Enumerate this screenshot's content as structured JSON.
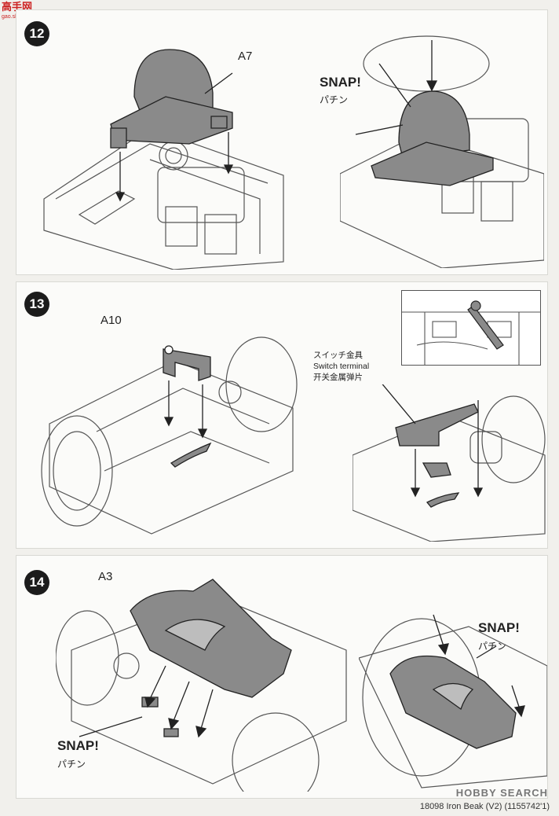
{
  "site_logo": {
    "title": "高手网",
    "subtitle": "gao.shou.com"
  },
  "steps": [
    {
      "number": "12",
      "parts": [
        "A7"
      ],
      "snap": {
        "en": "SNAP!",
        "jp": "パチン"
      }
    },
    {
      "number": "13",
      "parts": [
        "A10"
      ],
      "terminal": {
        "jp": "スイッチ金具",
        "en": "Switch terminal",
        "cn": "开关金属弹片"
      }
    },
    {
      "number": "14",
      "parts": [
        "A3"
      ],
      "snap_left": {
        "en": "SNAP!",
        "jp": "パチン"
      },
      "snap_right": {
        "en": "SNAP!",
        "jp": "パチン"
      }
    }
  ],
  "watermark": "HOBBY SEARCH",
  "footer": "18098 Iron Beak (V2) (1155742'1)",
  "colors": {
    "part_fill": "#8a8a8a",
    "line": "#333333",
    "panel": "#fbfbf9"
  }
}
